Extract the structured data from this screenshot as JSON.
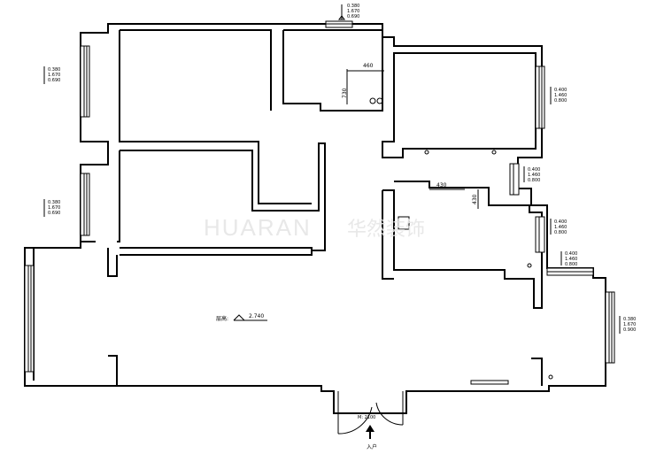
{
  "watermark": {
    "latin": "HUARAN",
    "cjk": "华然装饰"
  },
  "dimensions": {
    "d460": "460",
    "d730": "730",
    "d430a": "430",
    "d430b": "430"
  },
  "level_note": {
    "label": "层高:",
    "value": "2.740"
  },
  "door_note": "M: 2100",
  "entrance": "入户",
  "window_specs": {
    "top": [
      "0.380",
      "1.670",
      "0.690"
    ],
    "left_upper": [
      "0.380",
      "1.670",
      "0.690"
    ],
    "left_lower": [
      "0.380",
      "1.670",
      "0.690"
    ],
    "right_upper": [
      "0.400",
      "1.460",
      "0.800"
    ],
    "right_mid": [
      "0.400",
      "1.460",
      "0.800"
    ],
    "right_lower": [
      "0.400",
      "1.460",
      "0.800"
    ],
    "right_corner": [
      "0.400",
      "1.460",
      "0.800"
    ],
    "right_far": [
      "0.380",
      "1.670",
      "0.900"
    ]
  }
}
